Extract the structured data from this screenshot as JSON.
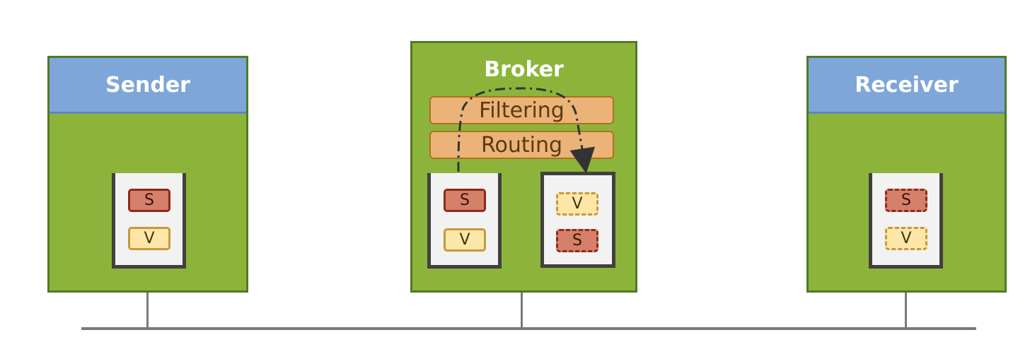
{
  "sender": {
    "title": "Sender",
    "messages": [
      {
        "label": "S"
      },
      {
        "label": "V"
      }
    ]
  },
  "broker": {
    "title": "Broker",
    "functions": [
      {
        "label": "Filtering"
      },
      {
        "label": "Routing"
      }
    ],
    "inbound_messages": [
      {
        "label": "S"
      },
      {
        "label": "V"
      }
    ],
    "outbound_messages": [
      {
        "label": "V"
      },
      {
        "label": "S"
      }
    ]
  },
  "receiver": {
    "title": "Receiver",
    "messages": [
      {
        "label": "S"
      },
      {
        "label": "V"
      }
    ]
  },
  "colors": {
    "node_fill": "#8db43a",
    "header_fill": "#7ea6d8",
    "message_s": "#d4806b",
    "message_v": "#fde6a8",
    "function_fill": "#ebb377",
    "network_line": "#7a7a7a"
  }
}
